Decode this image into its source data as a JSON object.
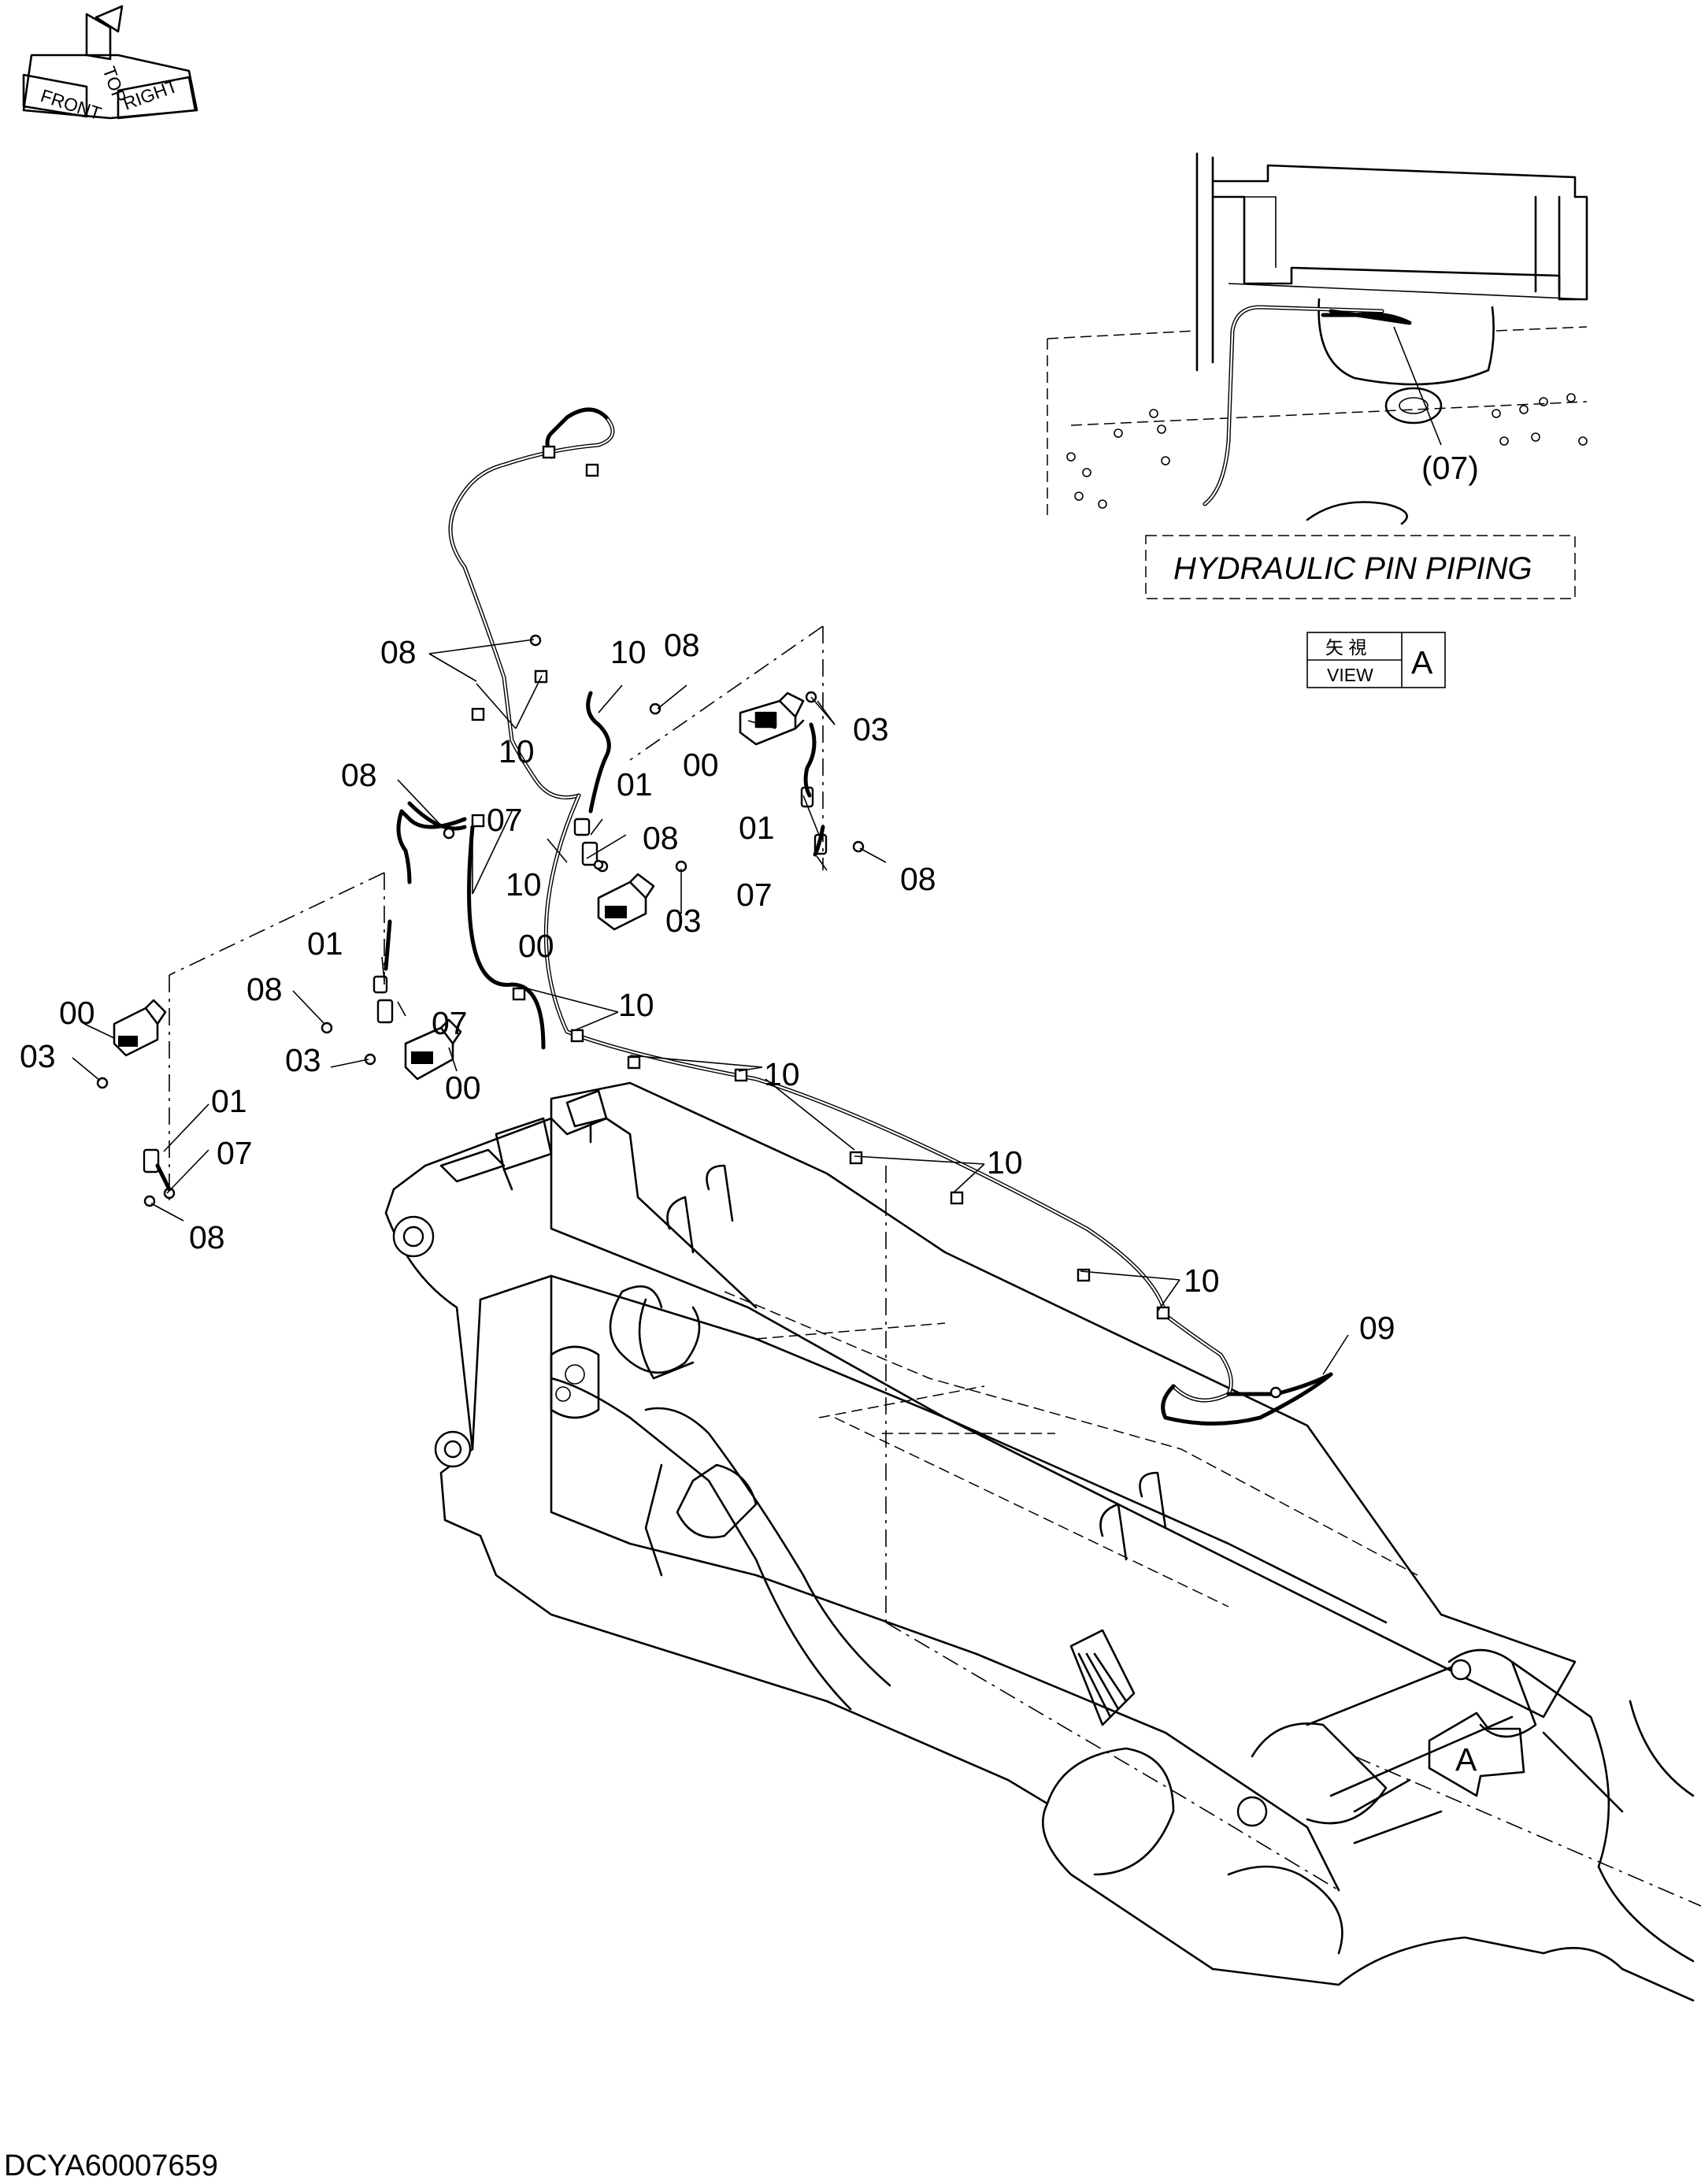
{
  "orientation_icon": {
    "labels": [
      "FRONT",
      "TOP",
      "RIGHT"
    ]
  },
  "inset": {
    "ref_label": "(07)",
    "caption": "HYDRAULIC PIN PIPING"
  },
  "view_badge": {
    "kanji": "矢 視",
    "view": "VIEW",
    "letter": "A"
  },
  "arrow_marker": "A",
  "callouts": [
    "00",
    "01",
    "03",
    "07",
    "08",
    "09",
    "10"
  ],
  "drawing_code": "DCYA60007659"
}
